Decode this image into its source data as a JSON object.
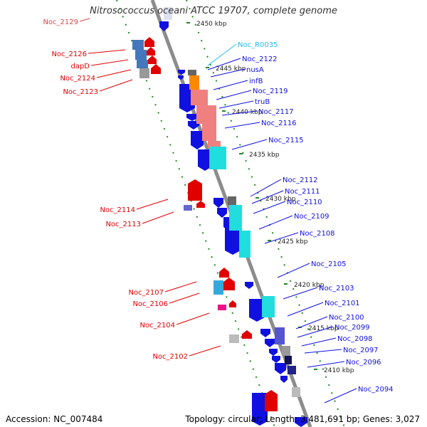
{
  "title": "Nitrosococcus oceani ATCC 19707, complete genome",
  "footer": {
    "accession": "Accession: NC_007484",
    "topology": "Topology: circular; Length: 3,481,691 bp; Genes: 3,027"
  },
  "colors": {
    "backbone": "#8c8c8c",
    "forward": "#e00000",
    "reverse": "#1010e0",
    "rna_label": "#22bbee",
    "tick": "#228822",
    "rna_block": "#ff8800",
    "cog_red": "#f08080",
    "cog_cyan": "#22dddd",
    "cog_blue": "#4477bb",
    "cog_grey": "#999999",
    "cog_magenta": "#ee1188",
    "cog_navy": "#111155"
  },
  "scale_labels": [
    "2450 kbp",
    "2445 kbp",
    "2440 kbp",
    "2435 kbp",
    "2430 kbp",
    "2425 kbp",
    "2420 kbp",
    "2415 kbp",
    "2410 kbp"
  ],
  "left_labels": [
    "Noc_2129",
    "Noc_2126",
    "dapD",
    "Noc_2124",
    "Noc_2123",
    "Noc_2114",
    "Noc_2113",
    "Noc_2107",
    "Noc_2106",
    "Noc_2104",
    "Noc_2102"
  ],
  "right_labels": [
    "Noc_R0035",
    "Noc_2122",
    "nusA",
    "infB",
    "Noc_2119",
    "truB",
    "Noc_2117",
    "Noc_2116",
    "Noc_2115",
    "Noc_2112",
    "Noc_2111",
    "Noc_2110",
    "Noc_2109",
    "Noc_2108",
    "Noc_2105",
    "Noc_2103",
    "Noc_2101",
    "Noc_2100",
    "Noc_2099",
    "Noc_2098",
    "Noc_2097",
    "Noc_2096",
    "Noc_2094"
  ]
}
